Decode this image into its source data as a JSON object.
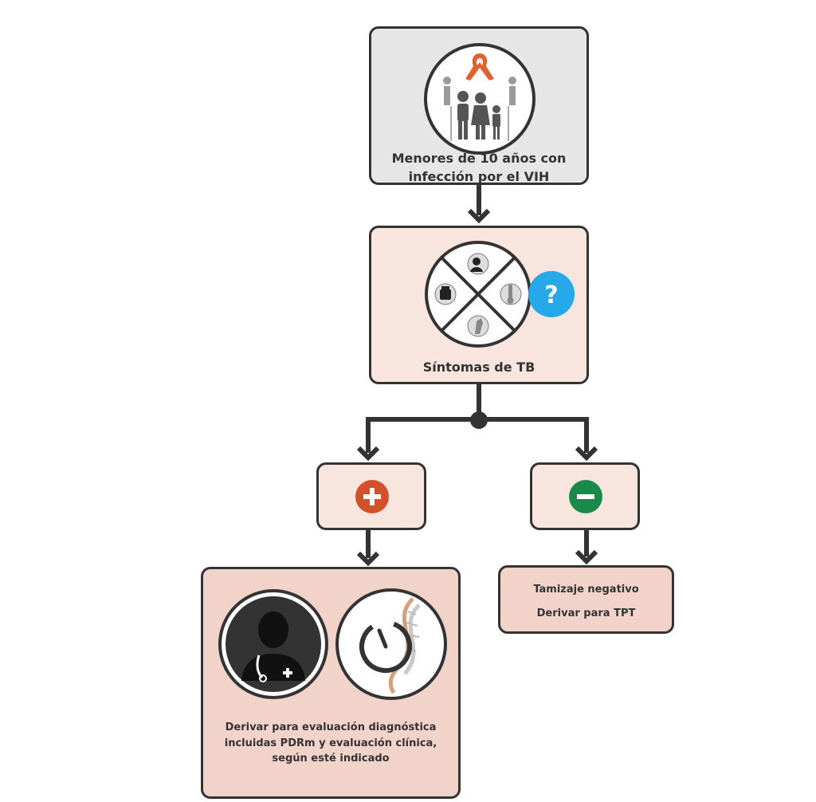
{
  "colors": {
    "top_box_fill": "#e6e6e6",
    "box_fill": "#f7e5de",
    "result_box_fill": "#f1d3ca",
    "border": "#333333",
    "ribbon": "#e0622f",
    "question_badge": "#27a8e8",
    "plus_badge": "#d2502a",
    "minus_badge": "#1a8a4a"
  },
  "nodes": {
    "population": {
      "line1": "Menores de 10 años con",
      "line2": "infección por el VIH",
      "icon": "family-ribbon-icon"
    },
    "symptoms": {
      "label": "Síntomas de TB",
      "icon": "symptom-wheel-icon",
      "badge": "?"
    },
    "positive": {
      "icon": "plus-icon"
    },
    "negative": {
      "icon": "minus-icon"
    },
    "positive_action": {
      "line1": "Derivar para evaluación diagnóstica",
      "line2": "incluidas PDRm y evaluación clínica,",
      "line3": "según esté indicado",
      "icons": [
        "doctor-icon",
        "dna-clock-icon"
      ]
    },
    "negative_action": {
      "line1": "Tamizaje negativo",
      "line2": "Derivar para TPT"
    }
  }
}
